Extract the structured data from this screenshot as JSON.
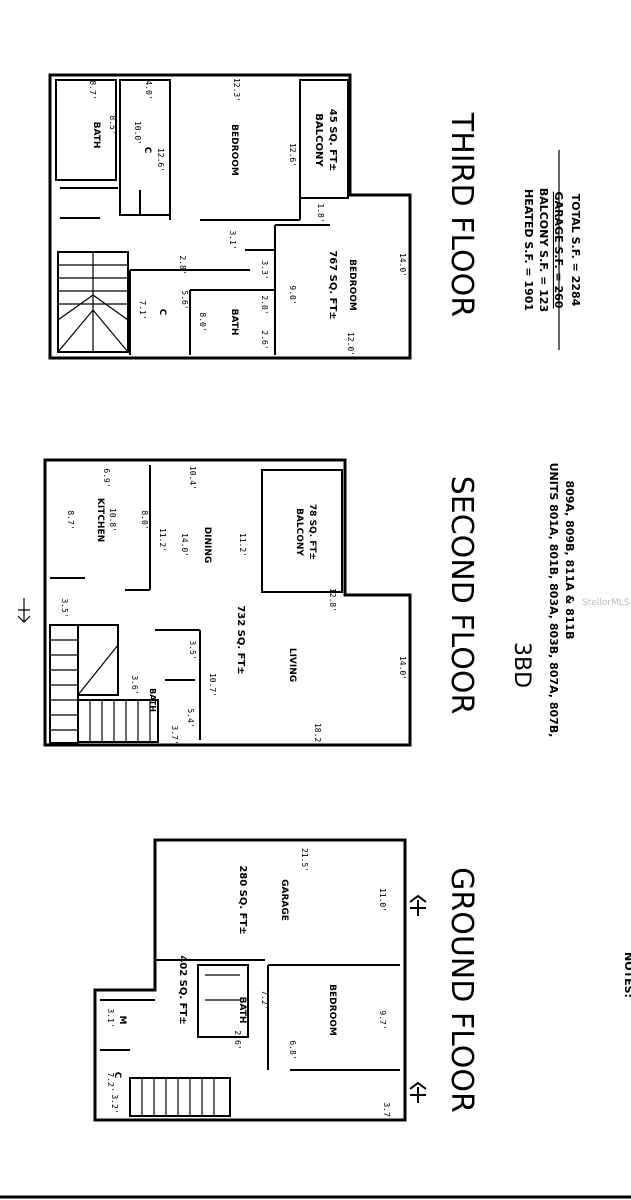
{
  "floors": {
    "ground": {
      "title": "GROUND FLOOR",
      "area_label": "402 SQ. FT±",
      "rooms": {
        "garage": "GARAGE",
        "garage_area": "280 SQ. FT±",
        "bath": "BATH",
        "bedroom": "BEDROOM",
        "m": "M",
        "c": "C"
      },
      "dims": {
        "d1": "21.5'",
        "d2": "11.0'",
        "d3": "7.2'",
        "d4": "9.7'",
        "d5": "3.7'",
        "d6": "7.2'",
        "d7": "3.1'",
        "d8": "6.8'",
        "d9": "2.6'",
        "d10": "3.2'"
      }
    },
    "second": {
      "title": "SECOND FLOOR",
      "area_label": "732 SQ. FT±",
      "rooms": {
        "kitchen": "KITCHEN",
        "kitchen_dim": "10.8'",
        "dining": "DINING",
        "living": "LIVING",
        "balcony": "BALCONY",
        "balcony_area": "78 SQ. FT±",
        "bath": "BATH"
      },
      "dims": {
        "d1": "8.7'",
        "d2": "8.0'",
        "d3": "6.9'",
        "d4": "10.4'",
        "d5": "11.2'",
        "d6": "14.0'",
        "d7": "11.2'",
        "d8": "12.8'",
        "d9": "14.0'",
        "d10": "10.7'",
        "d11": "18.2'",
        "d12": "3.5'",
        "d13": "3.5'",
        "d14": "5.4'",
        "d15": "3.6'",
        "d16": "3.7'"
      }
    },
    "third": {
      "title": "THIRD FLOOR",
      "area_label": "767 SQ. FT±",
      "rooms": {
        "bath1": "BATH",
        "bedroom1": "BEDROOM",
        "balcony": "BALCONY",
        "balcony_area": "45 SQ. FT±",
        "bedroom2": "BEDROOM",
        "bath2": "BATH",
        "c1": "C",
        "c2": "C"
      },
      "dims": {
        "d1": "8.7'",
        "d2": "4.0'",
        "d3": "12.3'",
        "d4": "8.5'",
        "d5": "10.0'",
        "d6": "12.6'",
        "d7": "12.6'",
        "d8": "1.8'",
        "d9": "14.0'",
        "d10": "12.0'",
        "d11": "3.1'",
        "d12": "2.8'",
        "d13": "7.1'",
        "d14": "5.6'",
        "d15": "8.0'",
        "d16": "9.0'",
        "d17": "2.6'",
        "d18": "2.0'",
        "d19": "3.3'"
      }
    }
  },
  "unit_type": "3BD",
  "units_line1": "UNITS 801A, 801B, 803A, 803B, 807A, 807B,",
  "units_line2": "809A, 809B, 811A & 811B",
  "summary": {
    "heated": "HEATED S.F.  = 1901",
    "balcony": "BALCONY S.F. = 123",
    "garage": "GARAGE S.F.  = 260",
    "total": "TOTAL S.F.    = 2284"
  },
  "notes": "NOTES:",
  "watermark": "StellorMLS"
}
